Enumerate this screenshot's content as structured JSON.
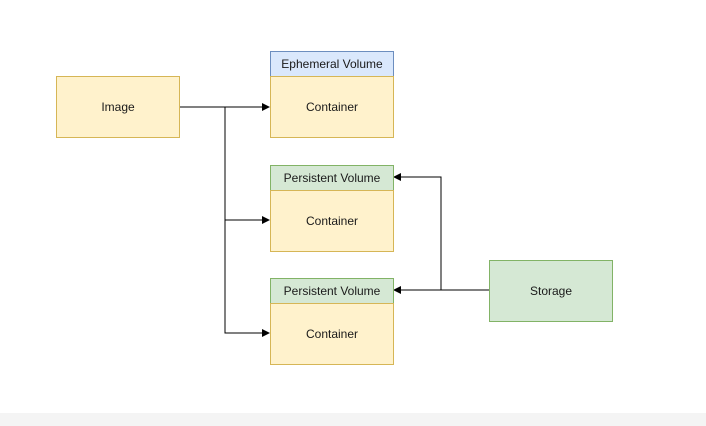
{
  "nodes": {
    "image": "Image",
    "storage": "Storage",
    "ephemeral_volume": "Ephemeral Volume",
    "persistent_volume_1": "Persistent Volume",
    "persistent_volume_2": "Persistent Volume",
    "container_1": "Container",
    "container_2": "Container",
    "container_3": "Container"
  },
  "colors": {
    "container_fill": "#fff2cc",
    "container_stroke": "#d6b656",
    "persistent_fill": "#d5e8d4",
    "persistent_stroke": "#82b366",
    "ephemeral_fill": "#dae8fc",
    "ephemeral_stroke": "#6c8ebf",
    "edge": "#000000"
  }
}
